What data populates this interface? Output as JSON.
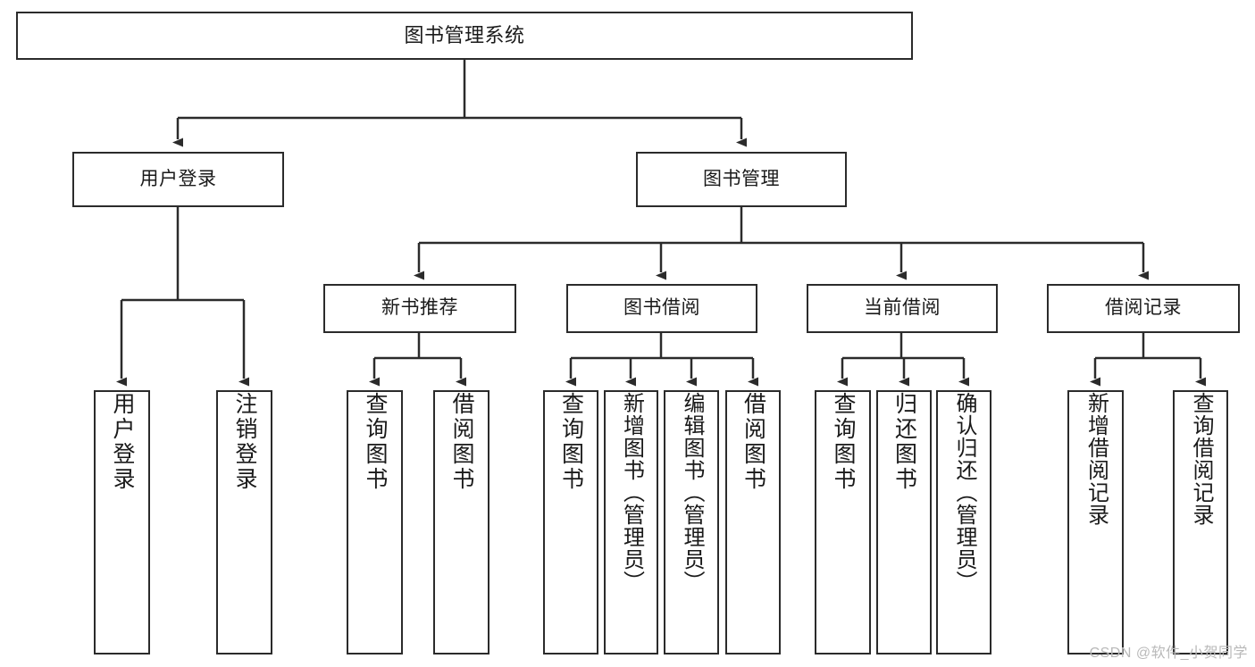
{
  "diagram": {
    "title": "图书管理系统",
    "type": "hierarchy-tree",
    "watermark": "CSDN @软件_小贺同学",
    "colors": {
      "stroke": "#2b2b2b",
      "fill": "#ffffff",
      "text": "#1a1a1a",
      "watermark": "#b9b9b9"
    },
    "nodes": {
      "root": {
        "label": "图书管理系统"
      },
      "level2": [
        {
          "id": "user-login",
          "label": "用户登录"
        },
        {
          "id": "book-management",
          "label": "图书管理"
        }
      ],
      "level3": [
        {
          "id": "new-book-recommend",
          "label": "新书推荐"
        },
        {
          "id": "book-borrow",
          "label": "图书借阅"
        },
        {
          "id": "current-borrow",
          "label": "当前借阅"
        },
        {
          "id": "borrow-record",
          "label": "借阅记录"
        }
      ],
      "leaves": {
        "user_login": [
          {
            "id": "leaf-user-login",
            "label": "用户登录"
          },
          {
            "id": "leaf-logout-login",
            "label": "注销登录"
          }
        ],
        "new_book_recommend": [
          {
            "id": "leaf-query-book-1",
            "label": "查询图书"
          },
          {
            "id": "leaf-borrow-book-1",
            "label": "借阅图书"
          }
        ],
        "book_borrow": [
          {
            "id": "leaf-query-book-2",
            "label": "查询图书"
          },
          {
            "id": "leaf-add-book",
            "label": "新增图书（管理员）"
          },
          {
            "id": "leaf-edit-book",
            "label": "编辑图书（管理员）"
          },
          {
            "id": "leaf-borrow-book-2",
            "label": "借阅图书"
          }
        ],
        "current_borrow": [
          {
            "id": "leaf-query-book-3",
            "label": "查询图书"
          },
          {
            "id": "leaf-return-book",
            "label": "归还图书"
          },
          {
            "id": "leaf-confirm-return",
            "label": "确认归还（管理员）"
          }
        ],
        "borrow_record": [
          {
            "id": "leaf-add-record",
            "label": "新增借阅记录"
          },
          {
            "id": "leaf-query-record",
            "label": "查询借阅记录"
          }
        ]
      }
    }
  }
}
